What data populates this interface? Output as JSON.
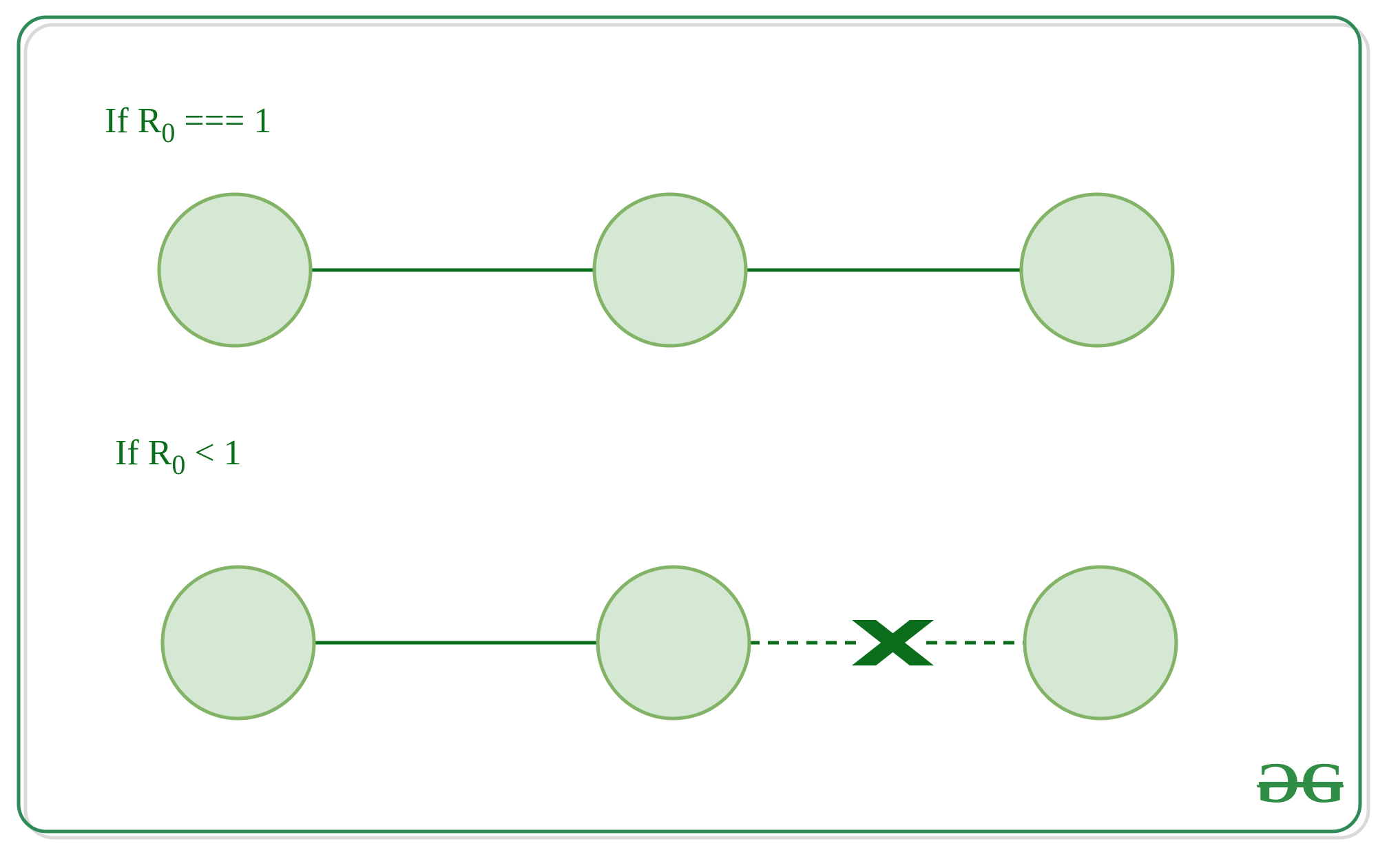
{
  "labels": {
    "top": {
      "prefix": "If R",
      "sub": "0",
      "suffix": " === 1"
    },
    "bottom": {
      "prefix": "If R",
      "sub": "0",
      "suffix": " < 1"
    }
  },
  "logo": {
    "text": "GG"
  },
  "colors": {
    "frame": "#2e8b57",
    "text": "#0b6e1d",
    "node_fill": "#d5e8d4",
    "node_stroke": "#82b366",
    "edge": "#0b6e1d",
    "cross": "#0b6e1d",
    "logo": "#2f8d46"
  },
  "rows": [
    {
      "nodes": 3,
      "edges": [
        "solid",
        "solid"
      ]
    },
    {
      "nodes": 3,
      "edges": [
        "solid",
        "blocked"
      ]
    }
  ]
}
